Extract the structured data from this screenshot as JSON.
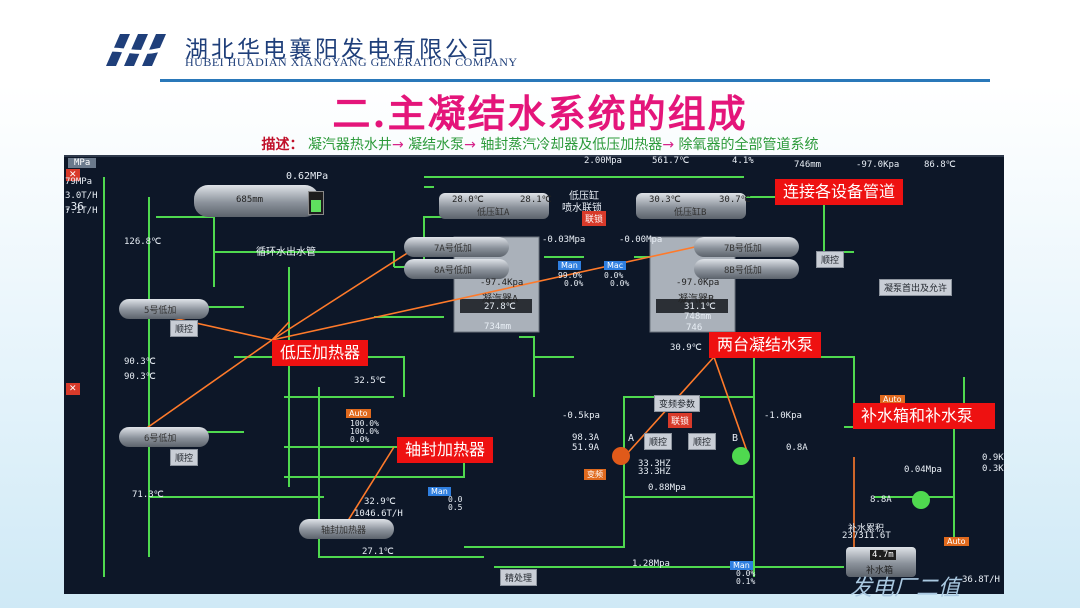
{
  "header": {
    "company_cn": "湖北华电襄阳发电有限公司",
    "company_en": "HUBEI HUADIAN XIANGYANG GENERATION COMPANY",
    "logo_icon": "huadian-logo-icon",
    "brand_color": "#1f3f7a"
  },
  "slide": {
    "title": "二.主凝结水系统的组成",
    "title_color": "#e4157a",
    "desc_label": "描述：",
    "desc_items": [
      "凝汽器热水井",
      "凝结水泵",
      "轴封蒸汽冷却器及低压加热器",
      "除氧器的全部管道系统"
    ],
    "arrow": "→"
  },
  "annotations": {
    "connect_pipes": "连接各设备管道",
    "lp_heater": "低压加热器",
    "two_pumps": "两台凝结水泵",
    "gland_heater": "轴封加热器",
    "makeup_tank": "补水箱和补水泵"
  },
  "scada": {
    "top_bar": [
      "MPa",
      "2.00Mpa",
      "561.7℃",
      "4.1%",
      "746mm",
      "-97.0Kpa",
      "86.8℃"
    ],
    "left_edge": [
      "79MPa",
      "3.0T/H",
      "7.1T/H",
      ".36"
    ],
    "readings": {
      "p062": "0.62MPa",
      "t1268": "126.8℃",
      "level_685": "685mm",
      "circ_water_out": "循环水出水管",
      "t903a": "90.3℃",
      "t903b": "90.3℃",
      "t713": "71.3℃",
      "t325": "32.5℃",
      "t329": "32.9℃",
      "f10466": "1046.6T/H",
      "t271": "27.1℃",
      "p005": "-0.5kpa",
      "p010": "-1.0Kpa",
      "p088": "0.88Mpa",
      "p128": "1.28Mpa",
      "p004": "0.04Mpa",
      "t309": "30.9℃",
      "i98": "98.3A",
      "i51": "51.9A",
      "hz1": "33.3HZ",
      "hz2": "33.3HZ",
      "i08": "0.8A",
      "i8a": "8.8A",
      "makeup_label": "补水累积",
      "makeup_total": "237311.6T",
      "makeup_level": "4.7m",
      "f368": "36.8T/H",
      "k09": "0.9K",
      "k03": "0.3KF"
    },
    "condenser_a": {
      "title": "凝汽器A",
      "press": "-97.4Kpa",
      "temp": "27.8℃",
      "level": "734mm",
      "hotwell_a": "28.0℃",
      "hotwell_b": "28.1℃",
      "lp_a": "低压缸A",
      "press2": "-0.03Mpa"
    },
    "condenser_b": {
      "title": "凝汽器B",
      "press": "-97.0Kpa",
      "temp": "31.1℃",
      "level1": "748mm",
      "level2": "746",
      "hotwell_a": "30.3℃",
      "hotwell_b": "30.7℃",
      "lp_b": "低压缸B",
      "press2": "-0.00Mpa"
    },
    "lp_cylinder": "低压缸",
    "spray": "喷水联锁",
    "interlock": "联锁",
    "heaters": {
      "h7a": "7A号低加",
      "h8a": "8A号低加",
      "h7b": "7B号低加",
      "h8b": "8B号低加",
      "h5": "5号低加",
      "h6": "6号低加",
      "gland": "轴封加热器"
    },
    "buttons": {
      "seq_ctrl": "顺控",
      "seq_start": "凝泵首出及允许",
      "freq": "变频参数",
      "pump_a": "A",
      "pump_b": "B",
      "fine_treat": "精处理",
      "makeup_tank": "补水箱",
      "auto": "Auto",
      "man": "Man",
      "mac": "Mac",
      "freq_tag": "变频"
    },
    "percents": {
      "m1": "99.0%",
      "m2": "0.0%",
      "m3": "0.0%",
      "m4": "0.0%",
      "a1": "100.0%",
      "a2": "100.0%",
      "a3": "0.0%",
      "g1": "0.0",
      "g2": "0.5",
      "w1": "0.0%",
      "w2": "0.1%"
    }
  },
  "watermark": "发电厂二值",
  "colors": {
    "screen_bg": "#0d1728",
    "pipe": "#4fd94f",
    "annotation": "#ee1111",
    "arrow": "#ff7a2a"
  }
}
